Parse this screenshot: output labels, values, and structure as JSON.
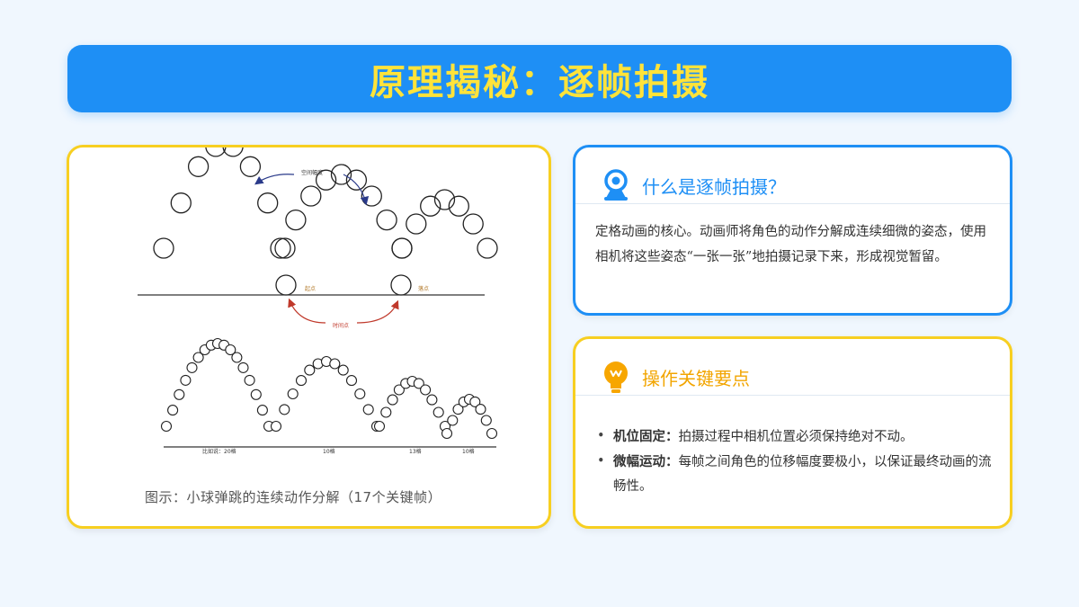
{
  "title": "原理揭秘：逐帧拍摄",
  "figure": {
    "caption": "图示：小球弹跳的连续动作分解（17个关键帧）",
    "labels": {
      "space": "空间幅度",
      "time": "时间点",
      "ground_a": "起点",
      "ground_b": "落点",
      "seg1": "比如说：20格",
      "seg2": "10格",
      "seg3": "13格",
      "seg4": "10格"
    }
  },
  "card_what": {
    "heading": "什么是逐帧拍摄？",
    "icon": "camera-icon",
    "body": "定格动画的核心。动画师将角色的动作分解成连续细微的姿态，使用相机将这些姿态“一张一张”地拍摄记录下来，形成视觉暂留。"
  },
  "card_keys": {
    "heading": "操作关键要点",
    "icon": "lightbulb-icon",
    "items": [
      {
        "term": "机位固定：",
        "text": "拍摄过程中相机位置必须保持绝对不动。"
      },
      {
        "term": "微幅运动：",
        "text": "每帧之间角色的位移幅度要极小，以保证最终动画的流畅性。"
      }
    ]
  },
  "colors": {
    "primary": "#1e8ff5",
    "accent": "#f7cf21",
    "title_text": "#ffe33a"
  }
}
